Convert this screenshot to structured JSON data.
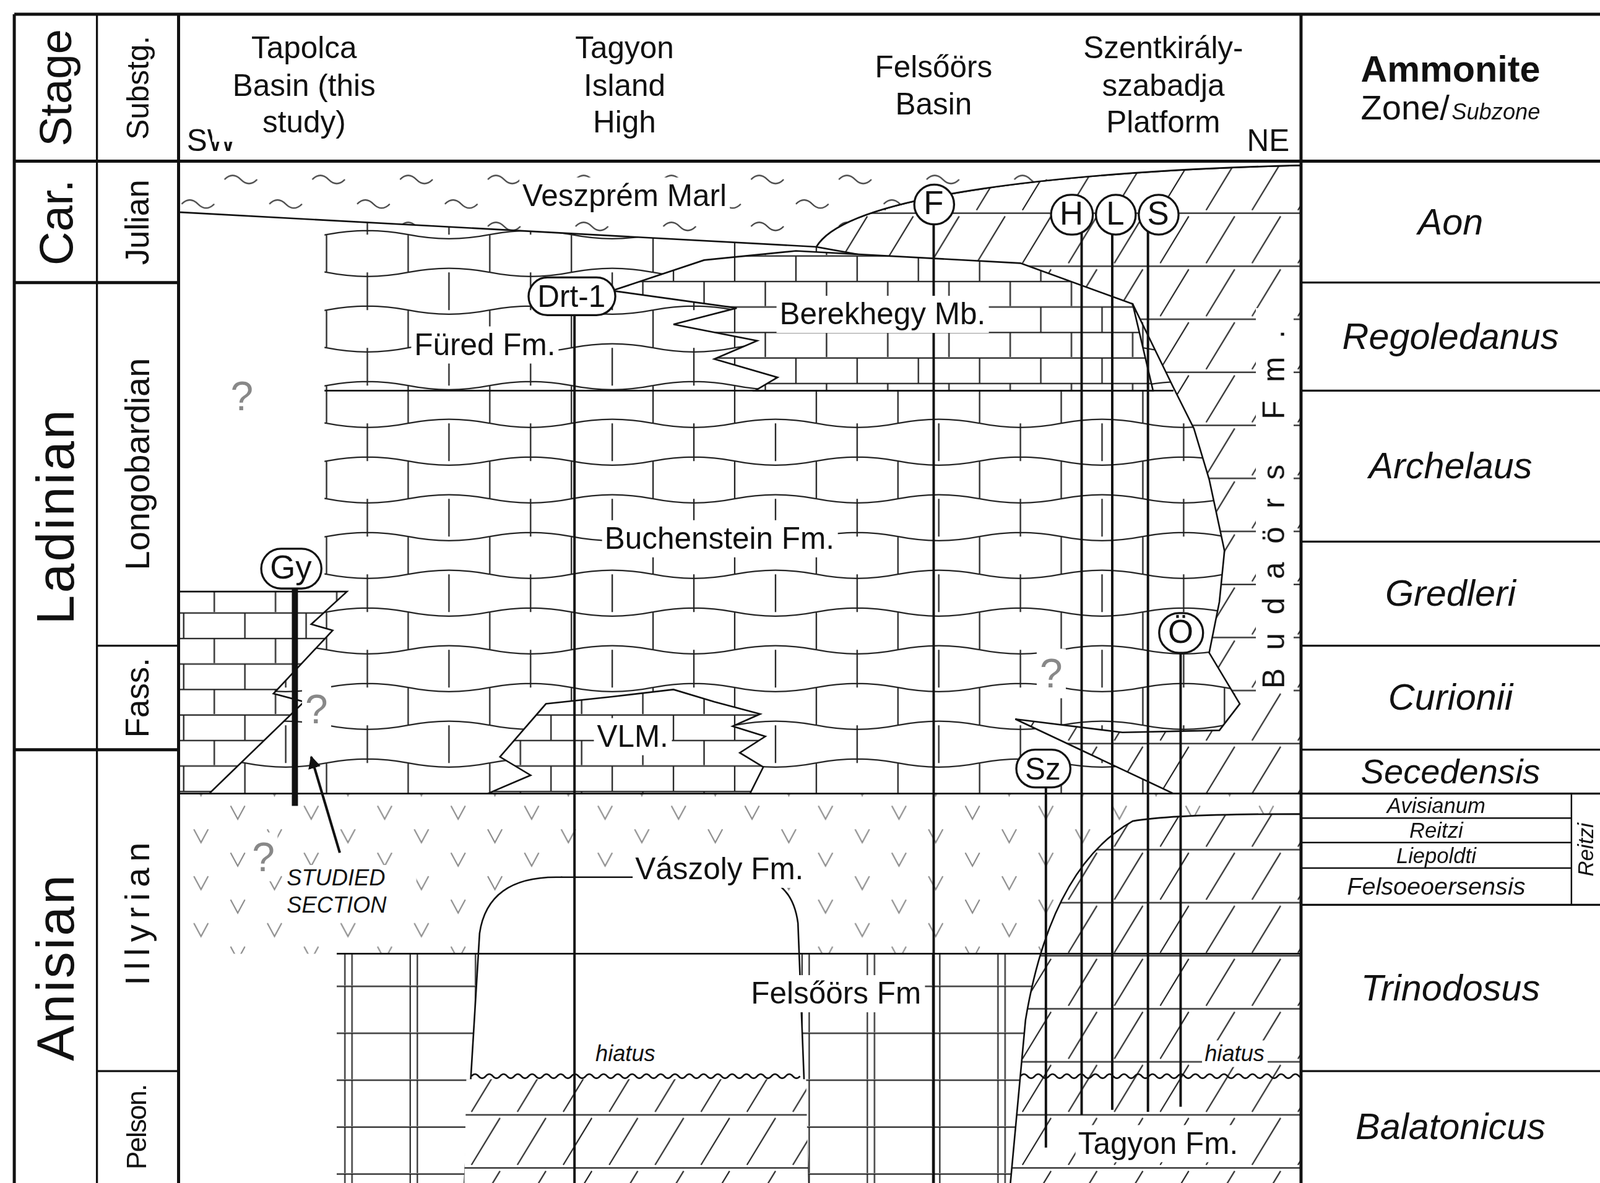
{
  "diagram": {
    "nodes": [
      {
        "text": [
          "Stage"
        ]
      },
      {
        "text": [
          "Substg."
        ]
      },
      {
        "text": [
          "Ammonite",
          "Zone/",
          "Subzone"
        ]
      },
      {
        "text": [
          "Car."
        ]
      },
      {
        "text": [
          "Ladinian"
        ]
      },
      {
        "text": [
          "Anisian"
        ]
      },
      {
        "text": [
          "Julian"
        ]
      },
      {
        "text": [
          "Longobardian"
        ]
      },
      {
        "text": [
          "Fass."
        ]
      },
      {
        "text": [
          "Illyrian"
        ]
      },
      {
        "text": [
          "Pelson."
        ]
      },
      {
        "text": [
          "Aon"
        ]
      },
      {
        "text": [
          "Regoledanus"
        ]
      },
      {
        "text": [
          "Archelaus"
        ]
      },
      {
        "text": [
          "Gredleri"
        ]
      },
      {
        "text": [
          "Curionii"
        ]
      },
      {
        "text": [
          "Secedensis"
        ]
      },
      {
        "text": [
          "Avisianum"
        ]
      },
      {
        "text": [
          "Reitzi"
        ]
      },
      {
        "text": [
          "Liepoldti"
        ]
      },
      {
        "text": [
          "Felsoeoersensis"
        ]
      },
      {
        "text": [
          "Trinodosus"
        ]
      },
      {
        "text": [
          "Balatonicus"
        ]
      },
      {
        "text": [
          "Reitzi"
        ]
      },
      {
        "text": [
          "F"
        ]
      },
      {
        "text": [
          "H"
        ]
      },
      {
        "text": [
          "L"
        ]
      },
      {
        "text": [
          "S"
        ]
      },
      {
        "text": [
          "Drt-1"
        ]
      },
      {
        "text": [
          "Gy"
        ]
      },
      {
        "text": [
          "Ö"
        ]
      },
      {
        "text": [
          "Sz"
        ]
      }
    ],
    "labels": [
      "SW",
      "Tapolca Basin (this study)",
      "Tagyon Island High",
      "Felsőörs Basin",
      "Szentkirály- szabadja Platform",
      "NE",
      "Veszprém Marl",
      "Füred Fm.",
      "Berekhegy Mb.",
      "Buchenstein Fm.",
      "VLM.",
      "Vászoly Fm.",
      "Felsőörs Fm",
      "Tagyon Fm.",
      "Budaörs Fm.",
      "hiatus",
      "hiatus",
      "?",
      "?",
      "?",
      "?",
      "STUDIED SECTION"
    ]
  }
}
